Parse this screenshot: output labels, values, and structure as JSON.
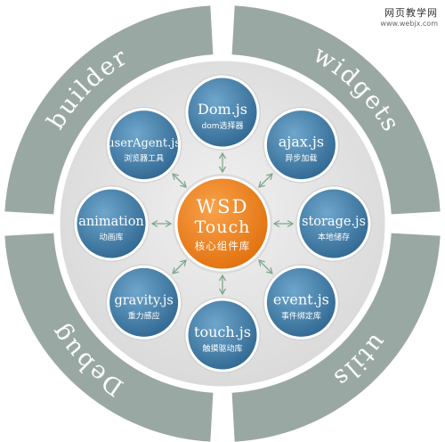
{
  "watermark": {
    "site_name": "网页教学网",
    "site_url": "www.webjx.com"
  },
  "diagram": {
    "outer_ring": [
      "builder",
      "widgets",
      "utils",
      "Debug"
    ],
    "core": {
      "line1": "WSD",
      "line2": "Touch",
      "subtitle": "核心组件库"
    },
    "modules": [
      {
        "name": "Dom.js",
        "desc": "dom选择器"
      },
      {
        "name": "ajax.js",
        "desc": "异步加载"
      },
      {
        "name": "storage.js",
        "desc": "本地储存"
      },
      {
        "name": "event.js",
        "desc": "事件绑定库"
      },
      {
        "name": "touch.js",
        "desc": "触摸驱动库"
      },
      {
        "name": "gravity.js",
        "desc": "重力感应"
      },
      {
        "name": "animation",
        "desc": "动画库"
      },
      {
        "name": "userAgent.js",
        "desc": "浏览器工具"
      }
    ],
    "colors": {
      "ring": "#9aa8a3",
      "ring_text": "#ffffff",
      "inner_disc": "#e6e6e6",
      "module_fill": "#3f7ba6",
      "module_stroke": "#ffffff",
      "core_fill": "#f0801a",
      "arrow": "#7fa88a"
    }
  }
}
